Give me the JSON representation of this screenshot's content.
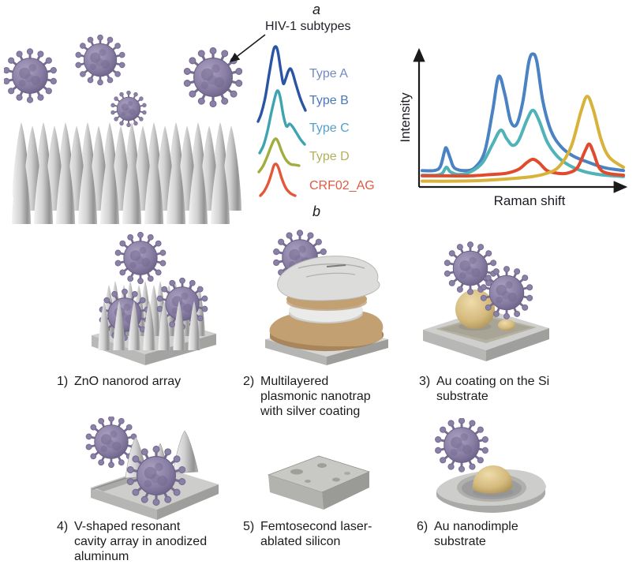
{
  "panels": {
    "a": "a",
    "b": "b"
  },
  "panel_a": {
    "title": "HIV-1 subtypes",
    "subtypes": [
      {
        "label": "Type A",
        "color": "#7488c4"
      },
      {
        "label": "Type B",
        "color": "#4a7ab8"
      },
      {
        "label": "Type C",
        "color": "#55a0c8"
      },
      {
        "label": "Type D",
        "color": "#b3b05e"
      },
      {
        "label": "CRF02_AG",
        "color": "#e05a44"
      }
    ],
    "spectra_curves": [
      {
        "name": "navy",
        "color": "#2a55a5",
        "points": [
          [
            2,
            104
          ],
          [
            6,
            94
          ],
          [
            11,
            74
          ],
          [
            16,
            44
          ],
          [
            21,
            16
          ],
          [
            24,
            9
          ],
          [
            27,
            15
          ],
          [
            31,
            40
          ],
          [
            34,
            56
          ],
          [
            37,
            50
          ],
          [
            40,
            41
          ],
          [
            43,
            37
          ],
          [
            46,
            43
          ],
          [
            50,
            57
          ],
          [
            56,
            76
          ],
          [
            62,
            90
          ]
        ]
      },
      {
        "name": "teal",
        "color": "#3fa3b0",
        "points": [
          [
            4,
            144
          ],
          [
            9,
            134
          ],
          [
            14,
            116
          ],
          [
            19,
            92
          ],
          [
            24,
            71
          ],
          [
            27,
            65
          ],
          [
            30,
            73
          ],
          [
            34,
            96
          ],
          [
            38,
            110
          ],
          [
            42,
            107
          ],
          [
            46,
            111
          ],
          [
            51,
            119
          ],
          [
            56,
            127
          ],
          [
            61,
            133
          ]
        ]
      },
      {
        "name": "olive",
        "color": "#a3ad3f",
        "points": [
          [
            3,
            168
          ],
          [
            8,
            161
          ],
          [
            13,
            150
          ],
          [
            18,
            137
          ],
          [
            22,
            128
          ],
          [
            25,
            126
          ],
          [
            28,
            131
          ],
          [
            32,
            142
          ],
          [
            37,
            152
          ],
          [
            43,
            158
          ],
          [
            49,
            159
          ],
          [
            54,
            160
          ]
        ]
      },
      {
        "name": "orange",
        "color": "#e2593a",
        "points": [
          [
            5,
            198
          ],
          [
            10,
            192
          ],
          [
            15,
            182
          ],
          [
            19,
            170
          ],
          [
            22,
            160
          ],
          [
            25,
            158
          ],
          [
            28,
            163
          ],
          [
            32,
            176
          ],
          [
            37,
            188
          ],
          [
            43,
            195
          ],
          [
            49,
            198
          ]
        ]
      }
    ]
  },
  "chart_data": {
    "type": "line",
    "title": "",
    "xlabel": "Raman shift",
    "ylabel": "Intensity",
    "x_range": [
      0,
      100
    ],
    "y_range": [
      0,
      1
    ],
    "grid": false,
    "ticks": "none (schematic axes with arrowheads)",
    "legend": "none",
    "series": [
      {
        "name": "blue",
        "color": "#4a82c3",
        "points": [
          [
            0,
            0.1
          ],
          [
            6,
            0.1
          ],
          [
            9,
            0.13
          ],
          [
            11,
            0.24
          ],
          [
            12,
            0.27
          ],
          [
            14,
            0.19
          ],
          [
            16,
            0.12
          ],
          [
            21,
            0.1
          ],
          [
            26,
            0.12
          ],
          [
            31,
            0.24
          ],
          [
            35,
            0.55
          ],
          [
            38,
            0.81
          ],
          [
            41,
            0.68
          ],
          [
            44,
            0.47
          ],
          [
            47,
            0.45
          ],
          [
            50,
            0.62
          ],
          [
            53,
            0.92
          ],
          [
            55,
            0.98
          ],
          [
            57,
            0.92
          ],
          [
            60,
            0.62
          ],
          [
            64,
            0.4
          ],
          [
            69,
            0.28
          ],
          [
            75,
            0.21
          ],
          [
            83,
            0.16
          ],
          [
            91,
            0.12
          ],
          [
            100,
            0.1
          ]
        ]
      },
      {
        "name": "teal",
        "color": "#4fb3b8",
        "points": [
          [
            0,
            0.065
          ],
          [
            7,
            0.065
          ],
          [
            10,
            0.08
          ],
          [
            12,
            0.125
          ],
          [
            14,
            0.09
          ],
          [
            18,
            0.07
          ],
          [
            24,
            0.09
          ],
          [
            30,
            0.16
          ],
          [
            35,
            0.3
          ],
          [
            39,
            0.405
          ],
          [
            42,
            0.34
          ],
          [
            45,
            0.29
          ],
          [
            48,
            0.33
          ],
          [
            52,
            0.48
          ],
          [
            55,
            0.555
          ],
          [
            58,
            0.48
          ],
          [
            62,
            0.32
          ],
          [
            67,
            0.21
          ],
          [
            73,
            0.14
          ],
          [
            80,
            0.095
          ],
          [
            88,
            0.07
          ],
          [
            100,
            0.055
          ]
        ]
      },
      {
        "name": "red-orange",
        "color": "#e04b2e",
        "points": [
          [
            0,
            0.06
          ],
          [
            12,
            0.06
          ],
          [
            24,
            0.06
          ],
          [
            34,
            0.07
          ],
          [
            42,
            0.08
          ],
          [
            48,
            0.11
          ],
          [
            52,
            0.16
          ],
          [
            55,
            0.185
          ],
          [
            58,
            0.16
          ],
          [
            62,
            0.1
          ],
          [
            67,
            0.08
          ],
          [
            72,
            0.08
          ],
          [
            77,
            0.12
          ],
          [
            81,
            0.25
          ],
          [
            83,
            0.3
          ],
          [
            85,
            0.24
          ],
          [
            88,
            0.12
          ],
          [
            92,
            0.08
          ],
          [
            100,
            0.065
          ]
        ]
      },
      {
        "name": "gold",
        "color": "#d8b23a",
        "points": [
          [
            0,
            0.02
          ],
          [
            15,
            0.02
          ],
          [
            30,
            0.025
          ],
          [
            45,
            0.04
          ],
          [
            55,
            0.055
          ],
          [
            62,
            0.08
          ],
          [
            68,
            0.13
          ],
          [
            74,
            0.28
          ],
          [
            79,
            0.55
          ],
          [
            82,
            0.66
          ],
          [
            85,
            0.56
          ],
          [
            89,
            0.33
          ],
          [
            93,
            0.2
          ],
          [
            100,
            0.125
          ]
        ]
      }
    ]
  },
  "panel_b": {
    "items": [
      {
        "num": "1)",
        "label": "ZnO nanorod array",
        "lines": [
          "ZnO nanorod array"
        ]
      },
      {
        "num": "2)",
        "label": "Multilayered plasmonic nanotrap with silver coating",
        "lines": [
          "Multilayered",
          "plasmonic nanotrap",
          "with silver coating"
        ]
      },
      {
        "num": "3)",
        "label": "Au coating on the Si substrate",
        "lines": [
          "Au coating on the Si",
          "substrate"
        ]
      },
      {
        "num": "4)",
        "label": "V-shaped resonant cavity array in anodized aluminum",
        "lines": [
          "V-shaped resonant",
          "cavity array in anodized",
          "aluminum"
        ]
      },
      {
        "num": "5)",
        "label": "Femtosecond laser-ablated silicon",
        "lines": [
          "Femtosecond laser-",
          "ablated silicon"
        ]
      },
      {
        "num": "6)",
        "label": "Au nanodimple substrate",
        "lines": [
          "Au nanodimple",
          "substrate"
        ]
      }
    ]
  },
  "palette": {
    "virus_body": "#8b80a5",
    "silver": "#c9c9c7",
    "gold": "#d4b97c",
    "tan_layer": "#c2a072",
    "axis_color": "#1a1a1a"
  }
}
